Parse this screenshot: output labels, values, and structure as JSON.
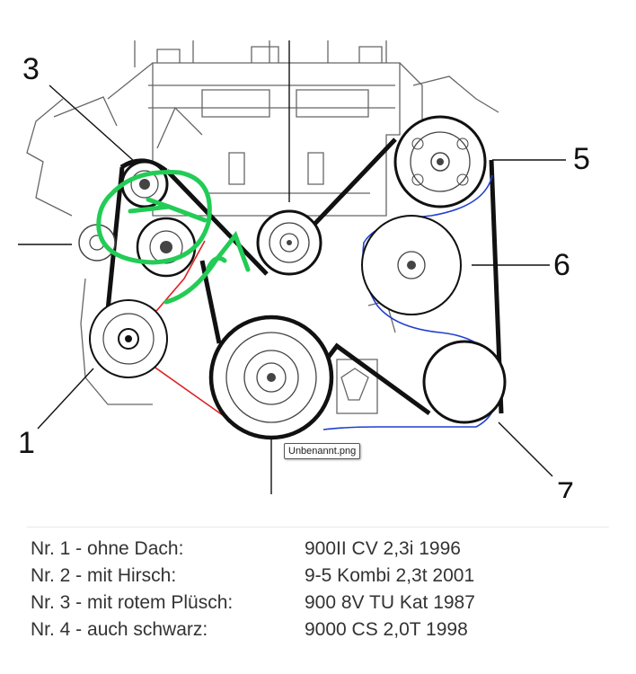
{
  "callouts": {
    "c1": "1",
    "c3": "3",
    "c5": "5",
    "c6": "6",
    "c7": "7"
  },
  "tooltip": {
    "filename": "Unbenannt.png"
  },
  "colors": {
    "belt_black": "#111111",
    "route_red": "#dd2222",
    "route_blue": "#1f3fcf",
    "annotation_green": "#22cc55"
  },
  "legend": [
    {
      "label": "Nr. 1 - ohne Dach:",
      "value": "900II CV 2,3i 1996"
    },
    {
      "label": "Nr. 2 - mit Hirsch:",
      "value": "9-5 Kombi 2,3t 2001"
    },
    {
      "label": "Nr. 3 - mit rotem Plüsch:",
      "value": "900 8V TU Kat 1987"
    },
    {
      "label": "Nr. 4 - auch schwarz:",
      "value": "9000 CS 2,0T 1998"
    }
  ]
}
